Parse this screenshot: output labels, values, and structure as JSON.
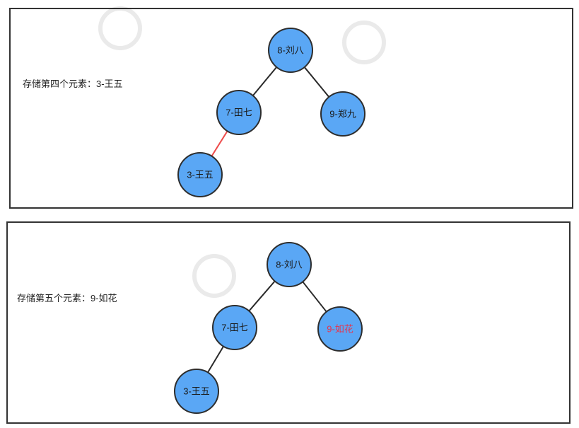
{
  "panels": [
    {
      "caption": "存储第四个元素：3-王五",
      "nodes": [
        {
          "id": "a",
          "label": "8-刘八",
          "highlight": false
        },
        {
          "id": "b",
          "label": "7-田七",
          "highlight": false
        },
        {
          "id": "c",
          "label": "9-郑九",
          "highlight": false
        },
        {
          "id": "d",
          "label": "3-王五",
          "highlight": false
        }
      ],
      "edges": [
        {
          "from": "a",
          "to": "b",
          "highlight": false
        },
        {
          "from": "a",
          "to": "c",
          "highlight": false
        },
        {
          "from": "b",
          "to": "d",
          "highlight": true
        }
      ]
    },
    {
      "caption": "存储第五个元素：9-如花",
      "nodes": [
        {
          "id": "a",
          "label": "8-刘八",
          "highlight": false
        },
        {
          "id": "b",
          "label": "7-田七",
          "highlight": false
        },
        {
          "id": "c",
          "label": "9-如花",
          "highlight": true
        },
        {
          "id": "d",
          "label": "3-王五",
          "highlight": false
        }
      ],
      "edges": [
        {
          "from": "a",
          "to": "b",
          "highlight": false
        },
        {
          "from": "a",
          "to": "c",
          "highlight": false
        },
        {
          "from": "b",
          "to": "d",
          "highlight": false
        }
      ]
    }
  ],
  "colors": {
    "node_fill": "#5aa7f5",
    "node_stroke": "#2d2d2d",
    "highlight_edge": "#ee4b4b",
    "highlight_text": "#e8334a"
  }
}
